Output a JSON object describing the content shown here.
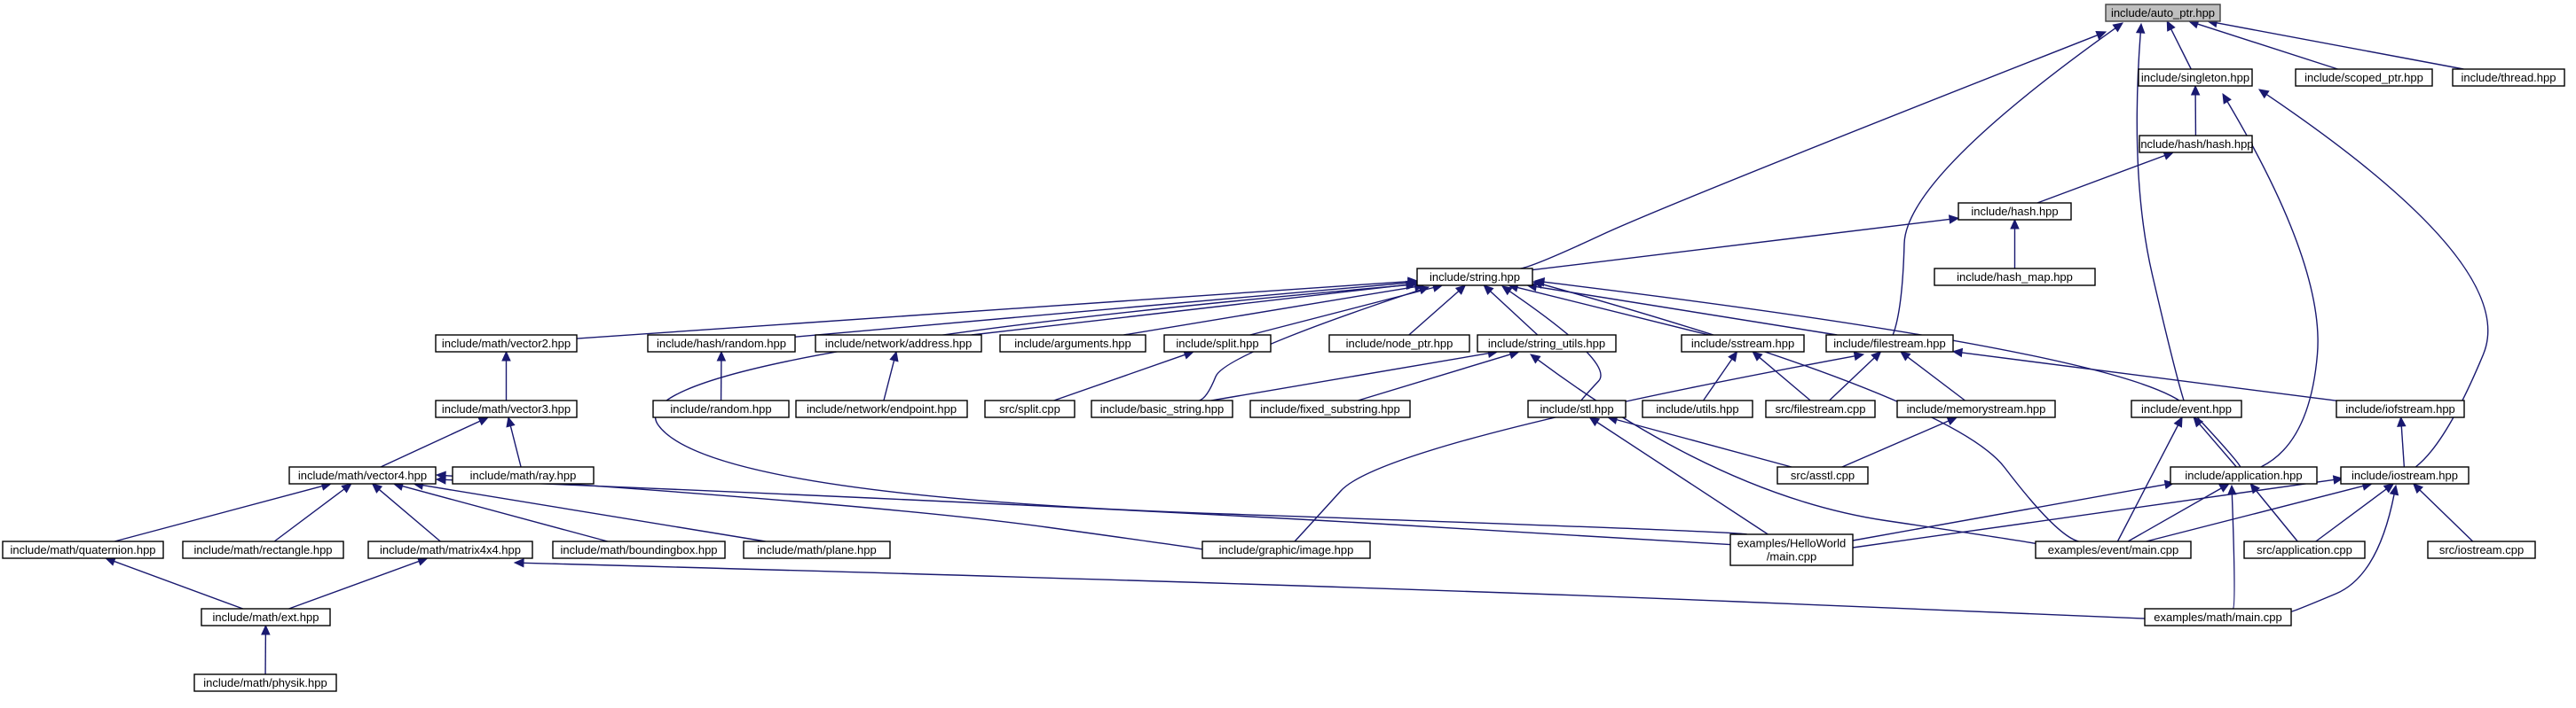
{
  "diagram": {
    "nodes": [
      {
        "id": "auto_ptr",
        "label": "include/auto_ptr.hpp",
        "root": true
      },
      {
        "id": "singleton",
        "label": "include/singleton.hpp"
      },
      {
        "id": "scoped_ptr",
        "label": "include/scoped_ptr.hpp"
      },
      {
        "id": "thread",
        "label": "include/thread.hpp"
      },
      {
        "id": "hash_hash",
        "label": "include/hash/hash.hpp"
      },
      {
        "id": "hash",
        "label": "include/hash.hpp"
      },
      {
        "id": "hash_map",
        "label": "include/hash_map.hpp"
      },
      {
        "id": "string",
        "label": "include/string.hpp"
      },
      {
        "id": "vector2",
        "label": "include/math/vector2.hpp"
      },
      {
        "id": "hash_random",
        "label": "include/hash/random.hpp"
      },
      {
        "id": "net_address",
        "label": "include/network/address.hpp"
      },
      {
        "id": "arguments",
        "label": "include/arguments.hpp"
      },
      {
        "id": "split",
        "label": "include/split.hpp"
      },
      {
        "id": "node_ptr",
        "label": "include/node_ptr.hpp"
      },
      {
        "id": "string_utils",
        "label": "include/string_utils.hpp"
      },
      {
        "id": "sstream",
        "label": "include/sstream.hpp"
      },
      {
        "id": "filestream",
        "label": "include/filestream.hpp"
      },
      {
        "id": "vector3",
        "label": "include/math/vector3.hpp"
      },
      {
        "id": "random",
        "label": "include/random.hpp"
      },
      {
        "id": "net_endpoint",
        "label": "include/network/endpoint.hpp"
      },
      {
        "id": "split_cpp",
        "label": "src/split.cpp"
      },
      {
        "id": "basic_string",
        "label": "include/basic_string.hpp"
      },
      {
        "id": "fixed_substring",
        "label": "include/fixed_substring.hpp"
      },
      {
        "id": "stl",
        "label": "include/stl.hpp"
      },
      {
        "id": "utils",
        "label": "include/utils.hpp"
      },
      {
        "id": "filestream_cpp",
        "label": "src/filestream.cpp"
      },
      {
        "id": "memorystream",
        "label": "include/memorystream.hpp"
      },
      {
        "id": "event",
        "label": "include/event.hpp"
      },
      {
        "id": "ioftream",
        "label": "include/iofstream.hpp"
      },
      {
        "id": "vector4",
        "label": "include/math/vector4.hpp"
      },
      {
        "id": "ray",
        "label": "include/math/ray.hpp"
      },
      {
        "id": "asstl",
        "label": "src/asstl.cpp"
      },
      {
        "id": "application",
        "label": "include/application.hpp"
      },
      {
        "id": "iostream",
        "label": "include/iostream.hpp"
      },
      {
        "id": "quaternion",
        "label": "include/math/quaternion.hpp"
      },
      {
        "id": "rectangle",
        "label": "include/math/rectangle.hpp"
      },
      {
        "id": "matrix4x4",
        "label": "include/math/matrix4x4.hpp"
      },
      {
        "id": "boundingbox",
        "label": "include/math/boundingbox.hpp"
      },
      {
        "id": "plane",
        "label": "include/math/plane.hpp"
      },
      {
        "id": "image",
        "label": "include/graphic/image.hpp"
      },
      {
        "id": "hello_main",
        "label": "examples/HelloWorld\n/main.cpp"
      },
      {
        "id": "event_main",
        "label": "examples/event/main.cpp"
      },
      {
        "id": "application_cpp",
        "label": "src/application.cpp"
      },
      {
        "id": "iostream_cpp",
        "label": "src/iostream.cpp"
      },
      {
        "id": "math_ext",
        "label": "include/math/ext.hpp"
      },
      {
        "id": "math_main",
        "label": "examples/math/main.cpp"
      },
      {
        "id": "physik",
        "label": "include/math/physik.hpp"
      }
    ],
    "edges": [
      {
        "from": "singleton",
        "to": "auto_ptr"
      },
      {
        "from": "scoped_ptr",
        "to": "auto_ptr"
      },
      {
        "from": "thread",
        "to": "auto_ptr"
      },
      {
        "from": "string",
        "to": "auto_ptr"
      },
      {
        "from": "filestream",
        "to": "auto_ptr"
      },
      {
        "from": "event",
        "to": "auto_ptr"
      },
      {
        "from": "hash_hash",
        "to": "singleton"
      },
      {
        "from": "application",
        "to": "singleton"
      },
      {
        "from": "iostream",
        "to": "singleton"
      },
      {
        "from": "hash",
        "to": "hash_hash"
      },
      {
        "from": "string",
        "to": "hash"
      },
      {
        "from": "hash_map",
        "to": "hash"
      },
      {
        "from": "vector2",
        "to": "string"
      },
      {
        "from": "hash_random",
        "to": "string"
      },
      {
        "from": "net_address",
        "to": "string"
      },
      {
        "from": "arguments",
        "to": "string"
      },
      {
        "from": "split",
        "to": "string"
      },
      {
        "from": "node_ptr",
        "to": "string"
      },
      {
        "from": "string_utils",
        "to": "string"
      },
      {
        "from": "sstream",
        "to": "string"
      },
      {
        "from": "filestream",
        "to": "string"
      },
      {
        "from": "basic_string",
        "to": "string"
      },
      {
        "from": "stl",
        "to": "string"
      },
      {
        "from": "hello_main",
        "to": "string"
      },
      {
        "from": "event_main",
        "to": "string"
      },
      {
        "from": "application",
        "to": "string"
      },
      {
        "from": "vector3",
        "to": "vector2"
      },
      {
        "from": "random",
        "to": "hash_random"
      },
      {
        "from": "net_endpoint",
        "to": "net_address"
      },
      {
        "from": "split_cpp",
        "to": "split"
      },
      {
        "from": "basic_string",
        "to": "string_utils"
      },
      {
        "from": "fixed_substring",
        "to": "string_utils"
      },
      {
        "from": "event_main",
        "to": "string_utils"
      },
      {
        "from": "utils",
        "to": "sstream"
      },
      {
        "from": "filestream_cpp",
        "to": "sstream"
      },
      {
        "from": "filestream_cpp",
        "to": "filestream"
      },
      {
        "from": "memorystream",
        "to": "filestream"
      },
      {
        "from": "ioftream",
        "to": "filestream"
      },
      {
        "from": "image",
        "to": "filestream"
      },
      {
        "from": "vector4",
        "to": "vector3"
      },
      {
        "from": "ray",
        "to": "vector3"
      },
      {
        "from": "asstl",
        "to": "stl"
      },
      {
        "from": "hello_main",
        "to": "stl"
      },
      {
        "from": "asstl",
        "to": "memorystream"
      },
      {
        "from": "application",
        "to": "event"
      },
      {
        "from": "event_main",
        "to": "event"
      },
      {
        "from": "iostream",
        "to": "ioftream"
      },
      {
        "from": "quaternion",
        "to": "vector4"
      },
      {
        "from": "rectangle",
        "to": "vector4"
      },
      {
        "from": "matrix4x4",
        "to": "vector4"
      },
      {
        "from": "boundingbox",
        "to": "vector4"
      },
      {
        "from": "plane",
        "to": "vector4"
      },
      {
        "from": "image",
        "to": "vector4"
      },
      {
        "from": "hello_main",
        "to": "vector4"
      },
      {
        "from": "hello_main",
        "to": "application"
      },
      {
        "from": "event_main",
        "to": "application"
      },
      {
        "from": "application_cpp",
        "to": "application"
      },
      {
        "from": "math_main",
        "to": "application"
      },
      {
        "from": "hello_main",
        "to": "iostream"
      },
      {
        "from": "event_main",
        "to": "iostream"
      },
      {
        "from": "application_cpp",
        "to": "iostream"
      },
      {
        "from": "iostream_cpp",
        "to": "iostream"
      },
      {
        "from": "math_main",
        "to": "iostream"
      },
      {
        "from": "math_ext",
        "to": "quaternion"
      },
      {
        "from": "math_ext",
        "to": "matrix4x4"
      },
      {
        "from": "math_main",
        "to": "matrix4x4"
      },
      {
        "from": "physik",
        "to": "math_ext"
      }
    ]
  }
}
